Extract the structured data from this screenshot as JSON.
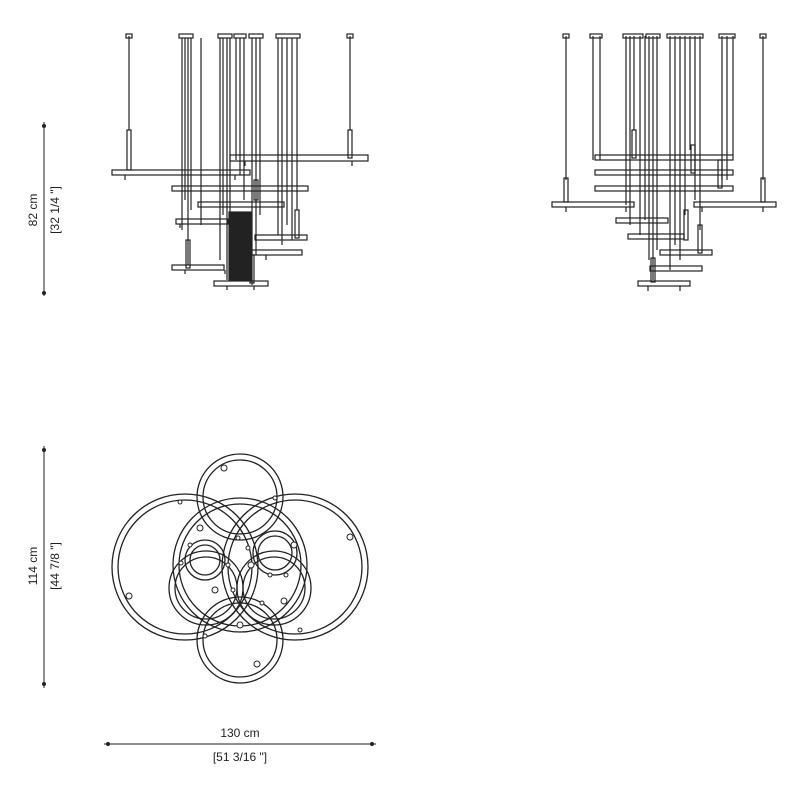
{
  "dimensions": {
    "height": {
      "metric": "82 cm",
      "imperial": "[32 1/4 \"]"
    },
    "depth": {
      "metric": "114 cm",
      "imperial": "[44 7/8 \"]"
    },
    "width": {
      "metric": "130 cm",
      "imperial": "[51 3/16 \"]"
    }
  },
  "colors": {
    "line": "#222222",
    "background": "#ffffff"
  }
}
